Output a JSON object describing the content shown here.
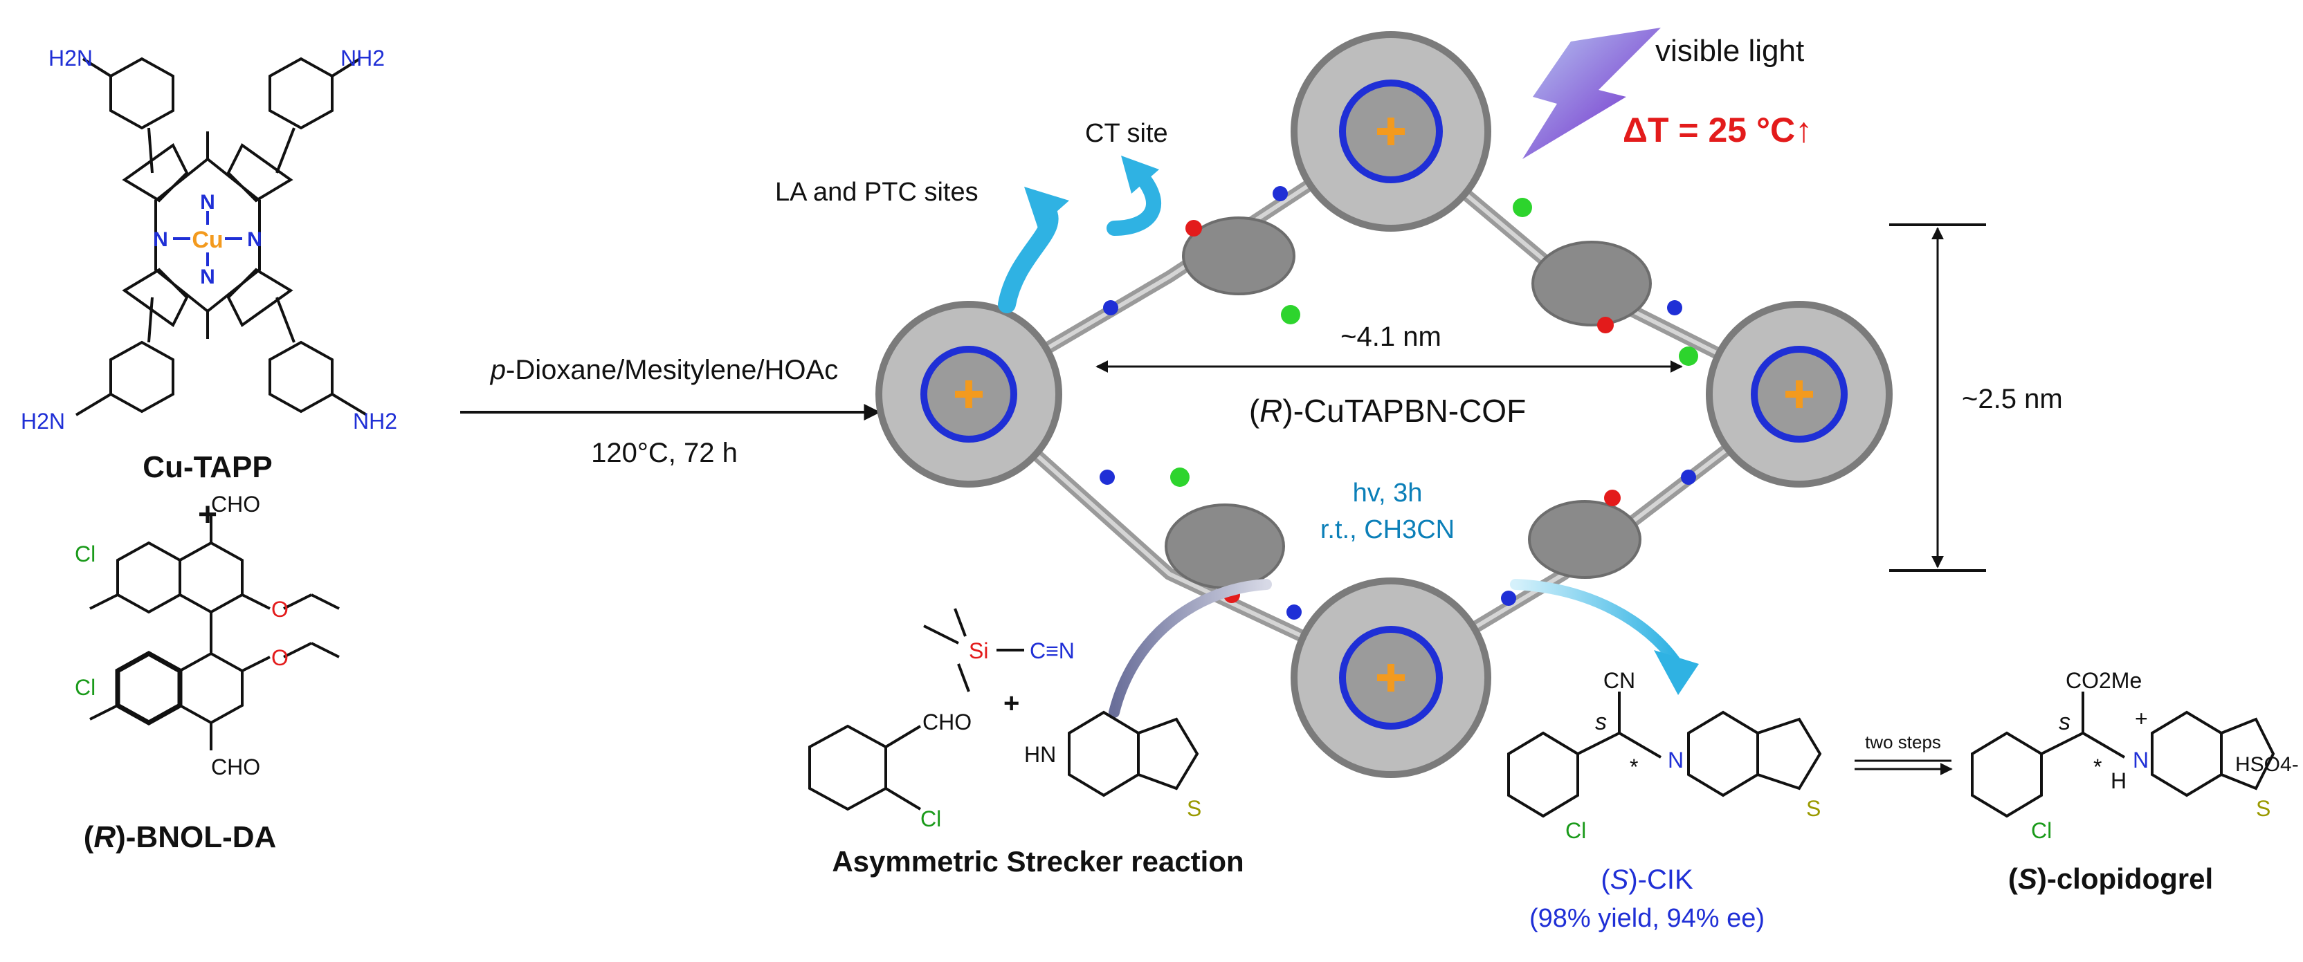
{
  "colors": {
    "nitrogen": "#1f2fd6",
    "oxygen": "#e31b1b",
    "chlorine": "#1a9a1a",
    "sulfur": "#9a9a00",
    "copper": "#f39a1e",
    "accent_cyan": "#2fb2e3",
    "light_arrow": "#7b2fd6",
    "framework_grey": "#8a8a8a"
  },
  "labels": {
    "cu_tapp": "Cu-TAPP",
    "plus_1": "+",
    "bnol_da_prefix": "(",
    "bnol_da_r": "R",
    "bnol_da_suffix": ")-BNOL-DA",
    "conditions_solvent_p": "p",
    "conditions_solvent_rest": "-Dioxane/Mesitylene/HOAc",
    "conditions_temp": "120°C, 72 h",
    "visible_light": "visible light",
    "delta_t": "ΔT = 25 °C↑",
    "ct_site": "CT site",
    "la_ptc_sites": "LA and PTC sites",
    "pore_width": "~4.1 nm",
    "cof_prefix": "(",
    "cof_r": "R",
    "cof_suffix": ")-CuTAPBN-COF",
    "pore_height": "~2.5 nm",
    "hv_conditions_1": "hv, 3h",
    "hv_conditions_2": "r.t., CH3CN",
    "reaction_name": "Asymmetric Strecker reaction",
    "product_prefix": "(",
    "product_s": "S",
    "product_suffix": ")-CIK",
    "product_yield": "(98% yield, 94% ee)",
    "two_steps": "two steps",
    "final_prefix": "(",
    "final_s": "S",
    "final_suffix": ")-clopidogrel"
  },
  "atoms": {
    "nh2": "NH2",
    "h2n": "H2N",
    "n": "N",
    "cu": "Cu",
    "cl": "Cl",
    "cho": "CHO",
    "o": "O",
    "si": "Si",
    "cn_triple": "C≡N",
    "hn": "HN",
    "s": "S",
    "cn": "CN",
    "co2me": "CO2Me",
    "h": "H",
    "hso4": "HSO4-",
    "star": "*",
    "stereo_s": "s",
    "plus": "+"
  }
}
